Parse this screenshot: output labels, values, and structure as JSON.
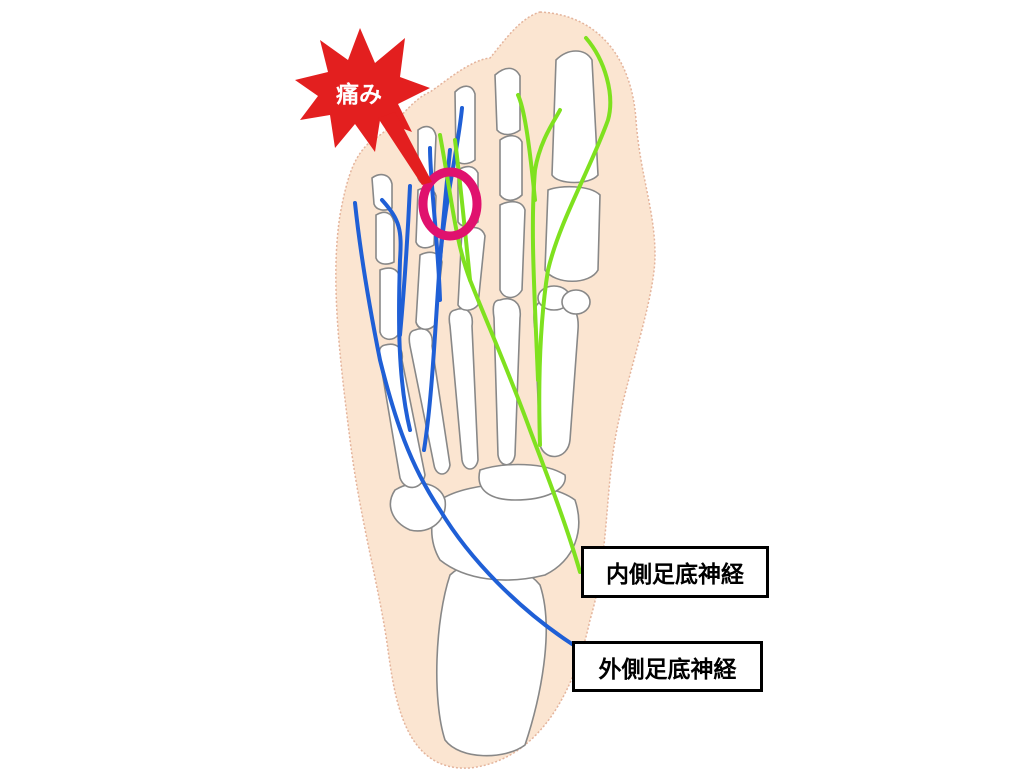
{
  "pain_label": "痛み",
  "nerves": [
    {
      "key": "medial",
      "label": "内側足底神経",
      "color": "#7FE11F"
    },
    {
      "key": "lateral",
      "label": "外側足底神経",
      "color": "#1F5FD6"
    }
  ],
  "colors": {
    "skin": "#FBE5D1",
    "skin_outline": "#E4B49C",
    "bone_outline": "#888888",
    "pain_burst": "#E31F1F",
    "pain_ring": "#E0116E"
  }
}
